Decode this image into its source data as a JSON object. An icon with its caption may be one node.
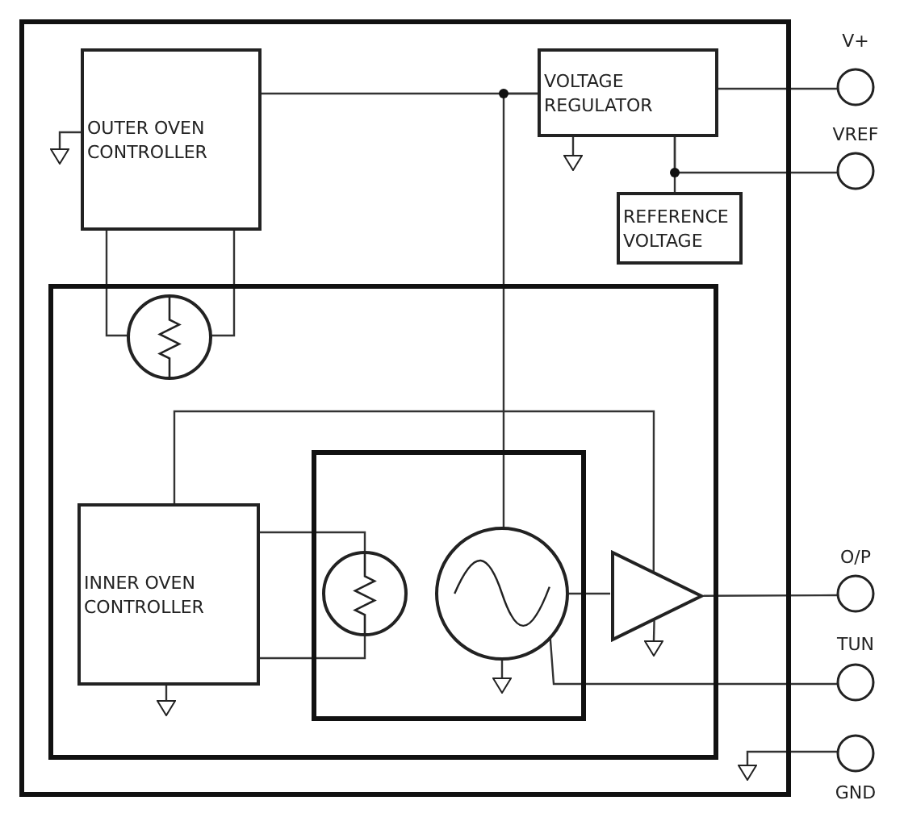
{
  "diagram": {
    "nodes": [
      {
        "text": [],
        "shape": "box"
      },
      {
        "text": [
          "OUTER OVEN CONTROLLER"
        ],
        "in": 0
      },
      {
        "text": [
          "VOLTAGE REGULATOR"
        ],
        "in": 0
      },
      {
        "text": [
          "REFERENCE VOLTAGE"
        ],
        "in": 0
      },
      {
        "text": [],
        "shape": "circle",
        "in": 5
      },
      {
        "text": [],
        "shape": "box",
        "in": 0
      },
      {
        "text": [
          "INNER OVEN CONTROLLER"
        ],
        "in": 5
      },
      {
        "text": [],
        "shape": "box",
        "in": 5
      },
      {
        "text": [],
        "shape": "circle",
        "in": 7
      },
      {
        "text": [],
        "shape": "circle",
        "in": 7
      },
      {
        "text": [],
        "shape": "triangle",
        "in": 5
      },
      {
        "text": [
          "V+"
        ]
      },
      {
        "text": [
          "VREF"
        ]
      },
      {
        "text": [
          "O/P"
        ]
      },
      {
        "text": [
          "TUN"
        ]
      },
      {
        "text": [
          "GND"
        ]
      },
      {
        "text": [],
        "shape": "ground",
        "in": 0
      },
      {
        "text": [],
        "shape": "ground",
        "in": 0
      },
      {
        "text": [],
        "shape": "ground",
        "in": 5
      },
      {
        "text": [],
        "shape": "ground",
        "in": 7
      },
      {
        "text": [],
        "shape": "ground",
        "in": 5
      },
      {
        "text": [],
        "shape": "ground",
        "in": 0
      }
    ],
    "edges": [
      {
        "from": 11,
        "to": 2,
        "arrow": "none"
      },
      {
        "from": 2,
        "to": 1,
        "arrow": "none"
      },
      {
        "from": 2,
        "to": 9,
        "arrow": "none"
      },
      {
        "from": 2,
        "to": 12,
        "arrow": "none"
      },
      {
        "from": 2,
        "to": 3,
        "arrow": "none"
      },
      {
        "from": 1,
        "to": 4,
        "arrow": "none"
      },
      {
        "from": 1,
        "to": 4,
        "arrow": "none"
      },
      {
        "from": 6,
        "to": 8,
        "arrow": "none"
      },
      {
        "from": 6,
        "to": 8,
        "arrow": "none"
      },
      {
        "from": 6,
        "to": 10,
        "arrow": "none"
      },
      {
        "from": 9,
        "to": 10,
        "arrow": "none"
      },
      {
        "from": 10,
        "to": 13,
        "arrow": "none"
      },
      {
        "from": 9,
        "to": 14,
        "arrow": "none"
      },
      {
        "from": 1,
        "to": 16,
        "arrow": "none"
      },
      {
        "from": 2,
        "to": 17,
        "arrow": "none"
      },
      {
        "from": 10,
        "to": 18,
        "arrow": "none"
      },
      {
        "from": 9,
        "to": 19,
        "arrow": "none"
      },
      {
        "from": 6,
        "to": 20,
        "arrow": "none"
      },
      {
        "from": 15,
        "to": 21,
        "arrow": "none"
      }
    ]
  }
}
